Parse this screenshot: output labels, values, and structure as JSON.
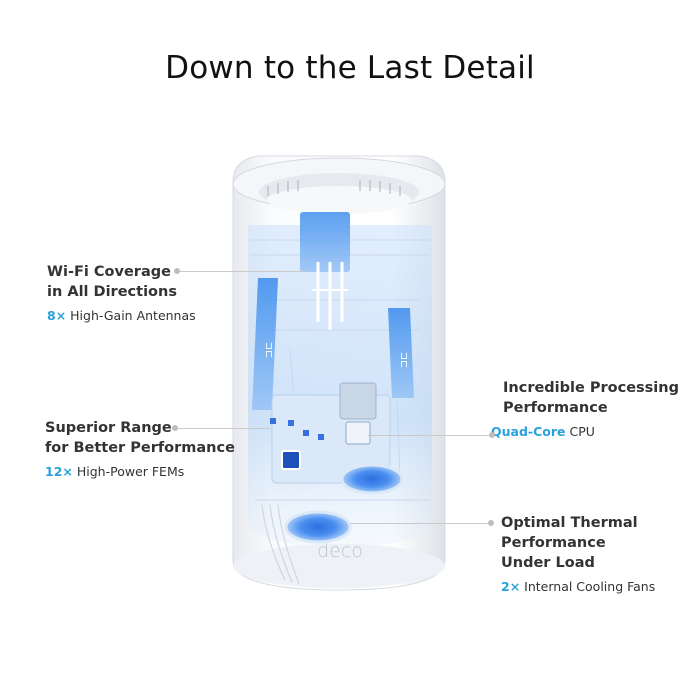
{
  "title": "Down to the Last Detail",
  "brand": "deco",
  "callouts": {
    "wifi": {
      "line1": "Wi-Fi Coverage",
      "line2": "in All Directions",
      "accent": "8×",
      "detail": "High-Gain Antennas"
    },
    "range": {
      "line1": "Superior Range",
      "line2": "for Better Performance",
      "accent": "12×",
      "detail": "High-Power FEMs"
    },
    "cpu": {
      "line1": "Incredible Processing",
      "line2": "Performance",
      "accent": "Quad-Core",
      "detail": "CPU"
    },
    "thermal": {
      "line1": "Optimal Thermal",
      "line2": "Performance",
      "line3": "Under Load",
      "accent": "2×",
      "detail": "Internal Cooling Fans"
    }
  },
  "colors": {
    "accent": "#2aa0dd",
    "device": "#ffffff",
    "internals": "#5aa9ee"
  }
}
